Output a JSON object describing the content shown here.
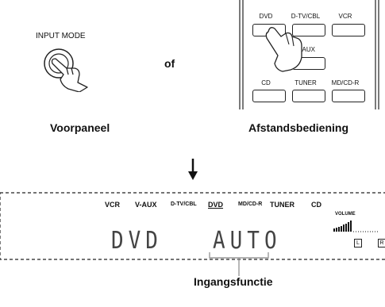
{
  "front_panel": {
    "knob_label": "INPUT MODE",
    "caption": "Voorpaneel"
  },
  "connector": "of",
  "remote": {
    "caption": "Afstandsbediening",
    "row1": [
      "DVD",
      "D-TV/CBL",
      "VCR"
    ],
    "row2": [
      "V-AUX"
    ],
    "row3": [
      "CD",
      "TUNER",
      "MD/CD-R"
    ]
  },
  "display": {
    "sources": [
      "VCR",
      "V-AUX",
      "D-TV/CBL",
      "DVD",
      "MD/CD-R",
      "TUNER",
      "CD"
    ],
    "volume_label": "VOLUME",
    "left_channel": "L",
    "right_channel": "R",
    "main_text": "DVD",
    "mode_text": "AUTO"
  },
  "callout": "Ingangsfunctie"
}
